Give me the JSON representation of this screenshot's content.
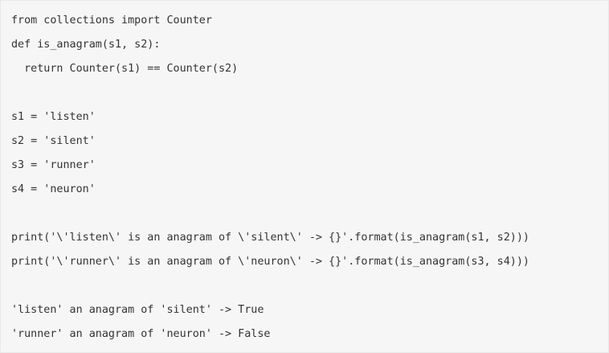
{
  "code": {
    "lines": [
      "from collections import Counter",
      "def is_anagram(s1, s2):",
      "  return Counter(s1) == Counter(s2)",
      "",
      "s1 = 'listen'",
      "s2 = 'silent'",
      "s3 = 'runner'",
      "s4 = 'neuron'",
      "",
      "print('\\'listen\\' is an anagram of \\'silent\\' -> {}'.format(is_anagram(s1, s2)))",
      "print('\\'runner\\' is an anagram of \\'neuron\\' -> {}'.format(is_anagram(s3, s4)))",
      "",
      "'listen' an anagram of 'silent' -> True",
      "'runner' an anagram of 'neuron' -> False"
    ]
  }
}
